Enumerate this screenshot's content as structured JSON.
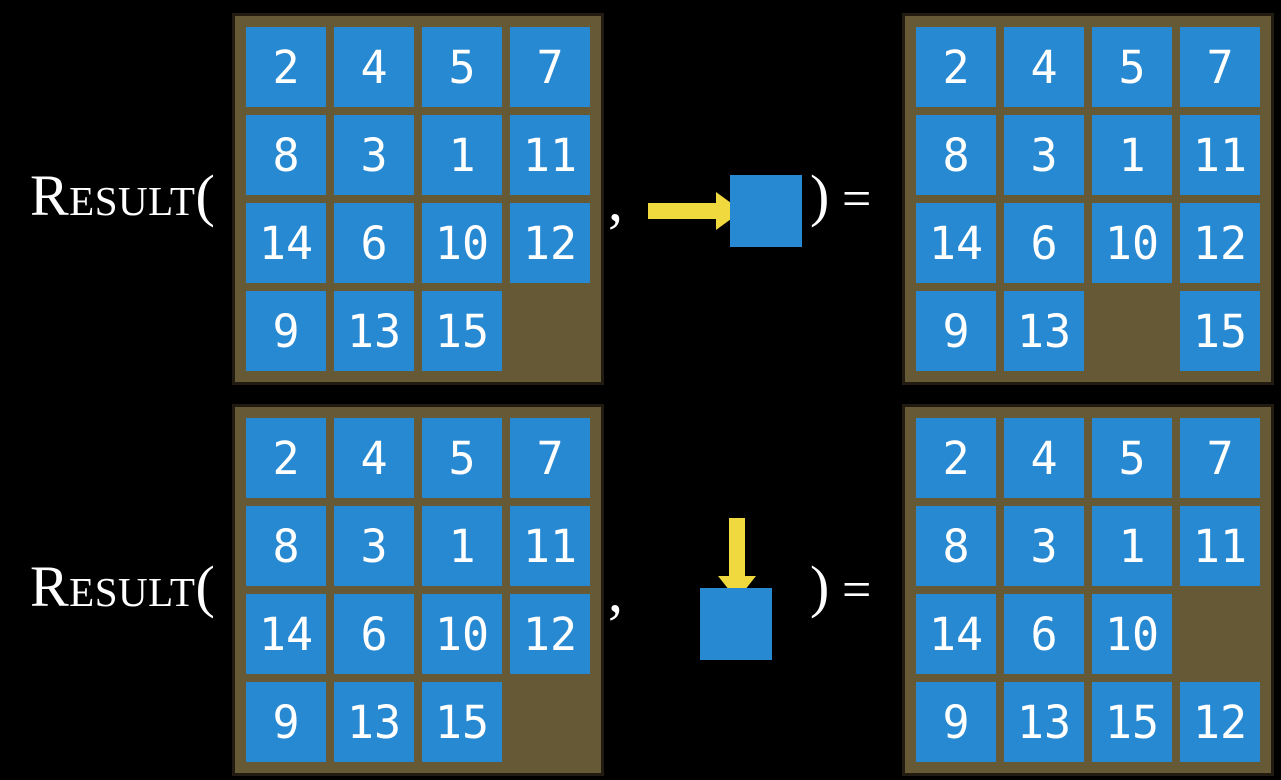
{
  "colors": {
    "background": "#000000",
    "board-surface": "#665935",
    "board-border": "#211b11",
    "tile-blue": "#2789d2",
    "tile-number": "#ffffff",
    "arrow-yellow": "#f0d93e",
    "formula-text": "#ffffff"
  },
  "equations": [
    {
      "function_name": "Result",
      "open_paren": "(",
      "comma": ",",
      "close_paren": ")",
      "equals": "=",
      "action_direction": "right",
      "action_icon": "arrow-right-into-tile",
      "input_grid": [
        [
          2,
          4,
          5,
          7
        ],
        [
          8,
          3,
          1,
          11
        ],
        [
          14,
          6,
          10,
          12
        ],
        [
          9,
          13,
          15,
          null
        ]
      ],
      "output_grid": [
        [
          2,
          4,
          5,
          7
        ],
        [
          8,
          3,
          1,
          11
        ],
        [
          14,
          6,
          10,
          12
        ],
        [
          9,
          13,
          null,
          15
        ]
      ]
    },
    {
      "function_name": "Result",
      "open_paren": "(",
      "comma": ",",
      "close_paren": ")",
      "equals": "=",
      "action_direction": "down",
      "action_icon": "arrow-down-onto-tile",
      "input_grid": [
        [
          2,
          4,
          5,
          7
        ],
        [
          8,
          3,
          1,
          11
        ],
        [
          14,
          6,
          10,
          12
        ],
        [
          9,
          13,
          15,
          null
        ]
      ],
      "output_grid": [
        [
          2,
          4,
          5,
          7
        ],
        [
          8,
          3,
          1,
          11
        ],
        [
          14,
          6,
          10,
          null
        ],
        [
          9,
          13,
          15,
          12
        ]
      ]
    }
  ]
}
